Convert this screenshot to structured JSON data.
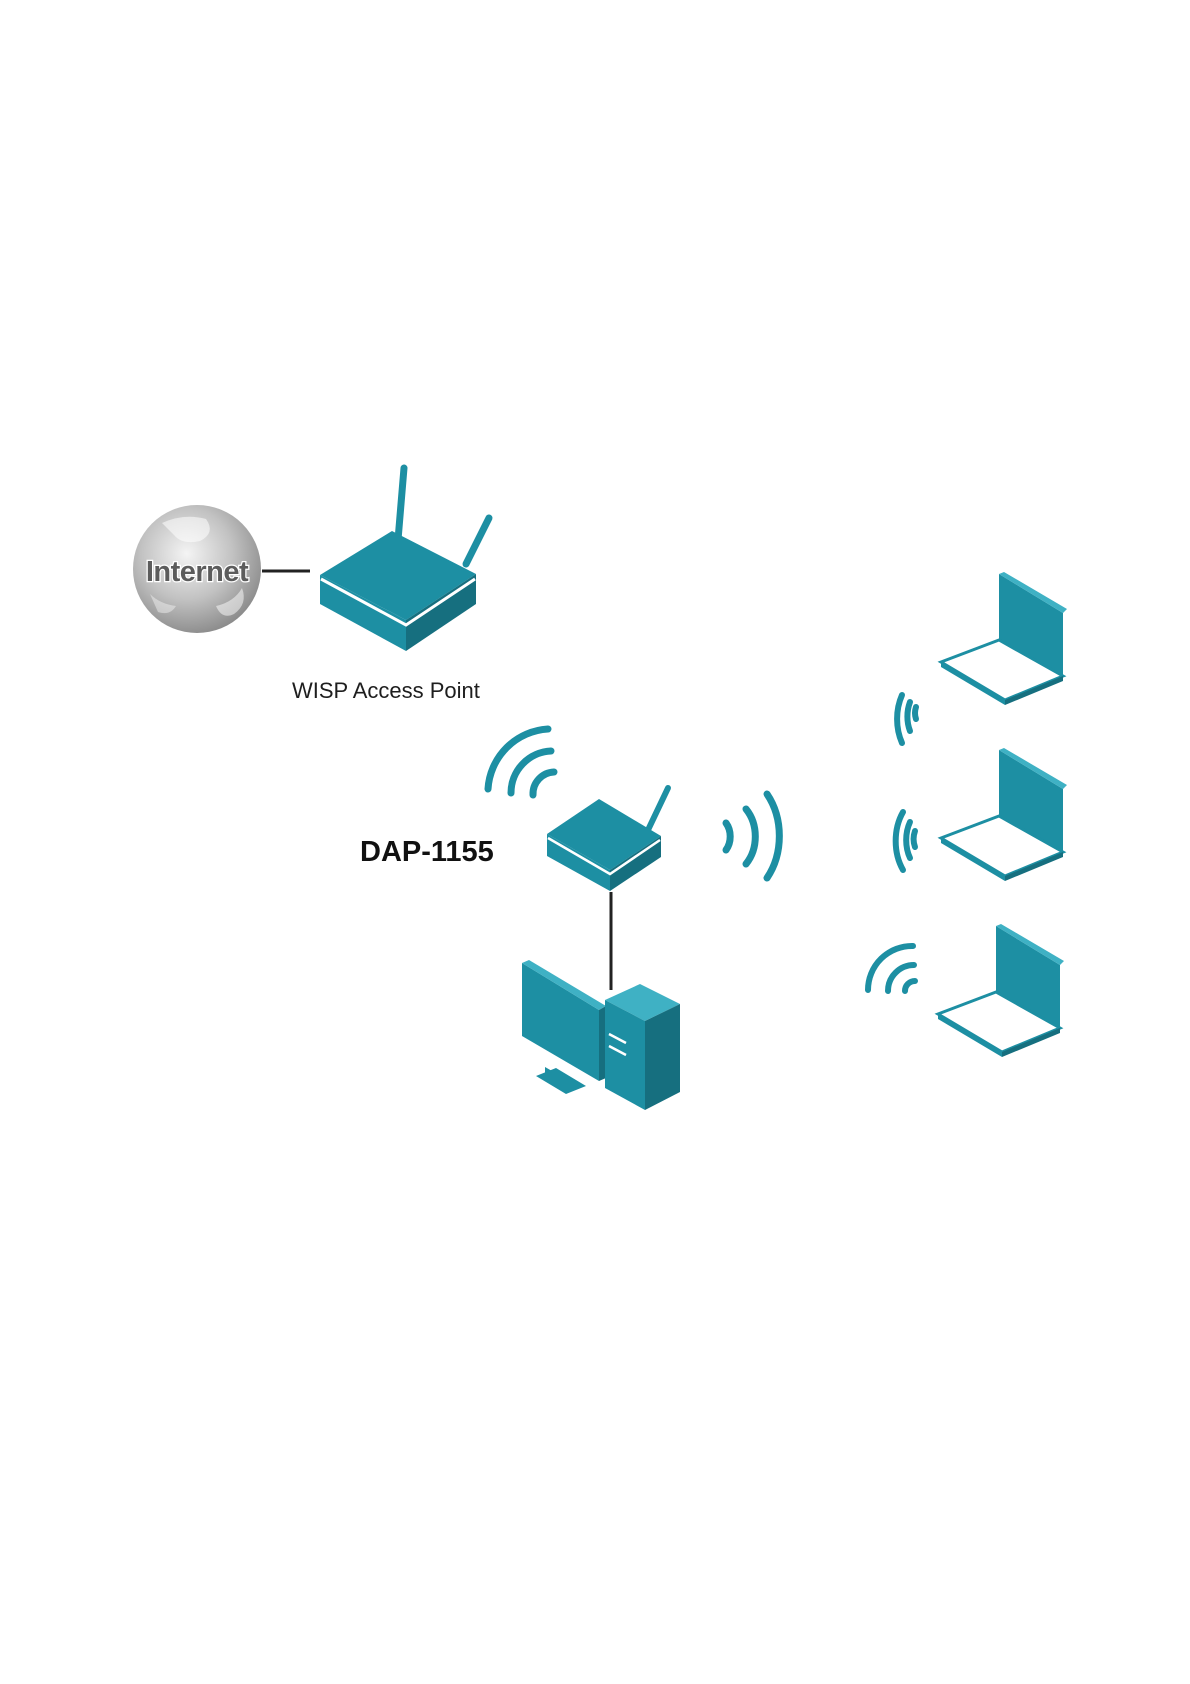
{
  "diagram": {
    "nodes": {
      "internet": {
        "label": "Internet",
        "icon": "globe-icon"
      },
      "wisp_access_point": {
        "label": "WISP Access Point",
        "icon": "router-icon"
      },
      "dap": {
        "label": "DAP-1155",
        "icon": "access-point-icon"
      },
      "desktop_pc": {
        "label": "",
        "icon": "desktop-computer-icon"
      },
      "laptops": [
        {
          "label": "",
          "icon": "laptop-icon"
        },
        {
          "label": "",
          "icon": "laptop-icon"
        },
        {
          "label": "",
          "icon": "laptop-icon"
        }
      ]
    },
    "edges": [
      {
        "from": "internet",
        "to": "wisp_access_point",
        "kind": "wired"
      },
      {
        "from": "wisp_access_point",
        "to": "dap",
        "kind": "wireless"
      },
      {
        "from": "dap",
        "to": "desktop_pc",
        "kind": "wired"
      },
      {
        "from": "dap",
        "to": "laptops",
        "kind": "wireless"
      }
    ],
    "colors": {
      "device": "#1d8fa3",
      "device_dark": "#166f7f",
      "device_light": "#3fb1c4",
      "signal": "#1d8fa3",
      "wire": "#222222",
      "globe": "#b5b5b5"
    }
  }
}
